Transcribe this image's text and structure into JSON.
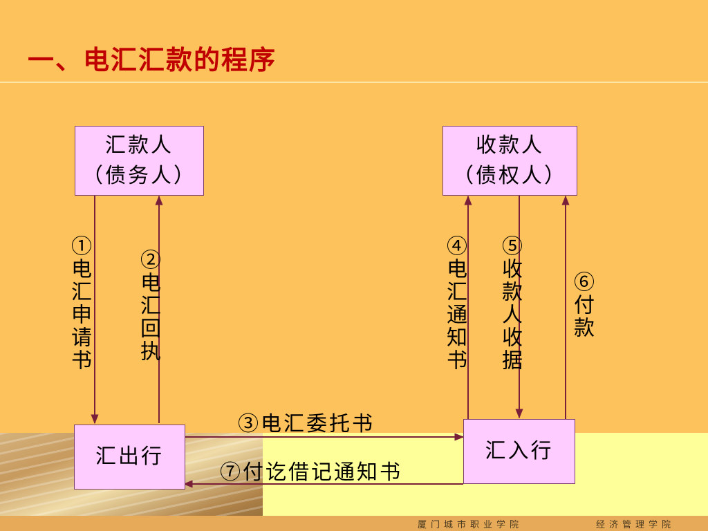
{
  "title": "一、电汇汇款的程序",
  "nodes": {
    "remitter": {
      "line1": "汇款人",
      "line2": "（债务人）"
    },
    "payee": {
      "line1": "收款人",
      "line2": "（债权人）"
    },
    "remitting_bank": {
      "label": "汇出行"
    },
    "paying_bank": {
      "label": "汇入行"
    }
  },
  "steps": {
    "s1": "①电汇申请书",
    "s2": "②电汇回执",
    "s3": "③电汇委托书",
    "s4": "④电汇通知书",
    "s5": "⑤收款人收据",
    "s6": "⑥付款",
    "s7": "⑦付讫借记通知书"
  },
  "footer": {
    "left": "厦门城市职业学院",
    "right": "经济管理学院"
  },
  "colors": {
    "background": "#fdc25c",
    "title": "#c00000",
    "box_fill": "#ffccff",
    "arrow": "#7a1f3a"
  }
}
